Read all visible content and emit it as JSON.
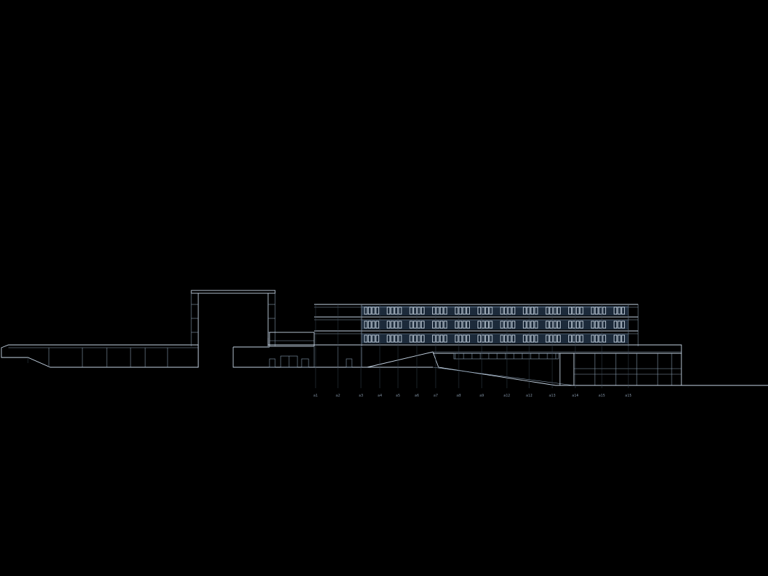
{
  "drawing": {
    "background": "#000000",
    "line_color": "#c9d8e8",
    "glass_color": "#1c2a3a",
    "grid_axes": [
      "a1",
      "a2",
      "a3",
      "a4",
      "a5",
      "a6",
      "a7",
      "a8",
      "a9",
      "a12",
      "a12",
      "a13",
      "a14",
      "a15",
      "a15"
    ]
  }
}
